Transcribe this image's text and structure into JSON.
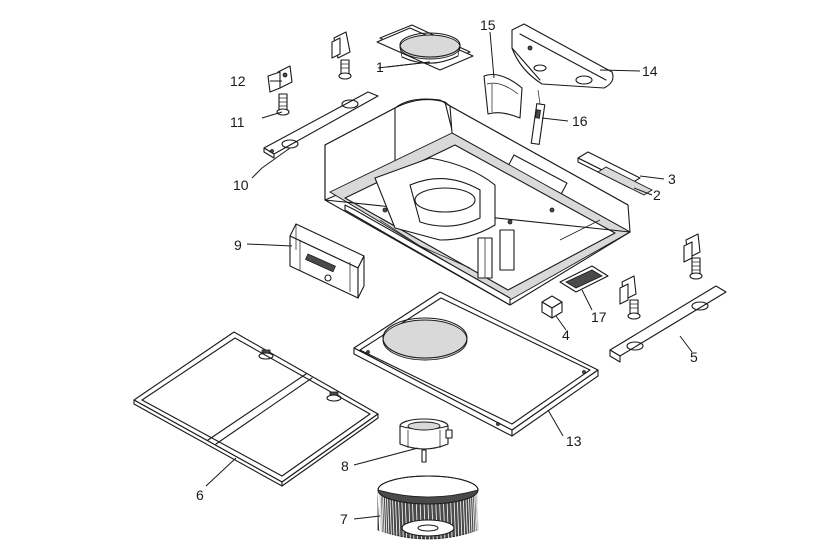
{
  "callouts": [
    {
      "id": "1",
      "text": "1"
    },
    {
      "id": "2",
      "text": "2"
    },
    {
      "id": "3",
      "text": "3"
    },
    {
      "id": "4",
      "text": "4"
    },
    {
      "id": "5",
      "text": "5"
    },
    {
      "id": "6",
      "text": "6"
    },
    {
      "id": "7",
      "text": "7"
    },
    {
      "id": "8",
      "text": "8"
    },
    {
      "id": "9",
      "text": "9"
    },
    {
      "id": "10",
      "text": "10"
    },
    {
      "id": "11",
      "text": "11"
    },
    {
      "id": "12",
      "text": "12"
    },
    {
      "id": "13",
      "text": "13"
    },
    {
      "id": "14",
      "text": "14"
    },
    {
      "id": "15",
      "text": "15"
    },
    {
      "id": "16",
      "text": "16"
    },
    {
      "id": "17",
      "text": "17"
    }
  ],
  "colors": {
    "line": "#1a1a1a",
    "background": "#ffffff",
    "shade": "#d9d9d9",
    "dark": "#4a4a4a"
  }
}
